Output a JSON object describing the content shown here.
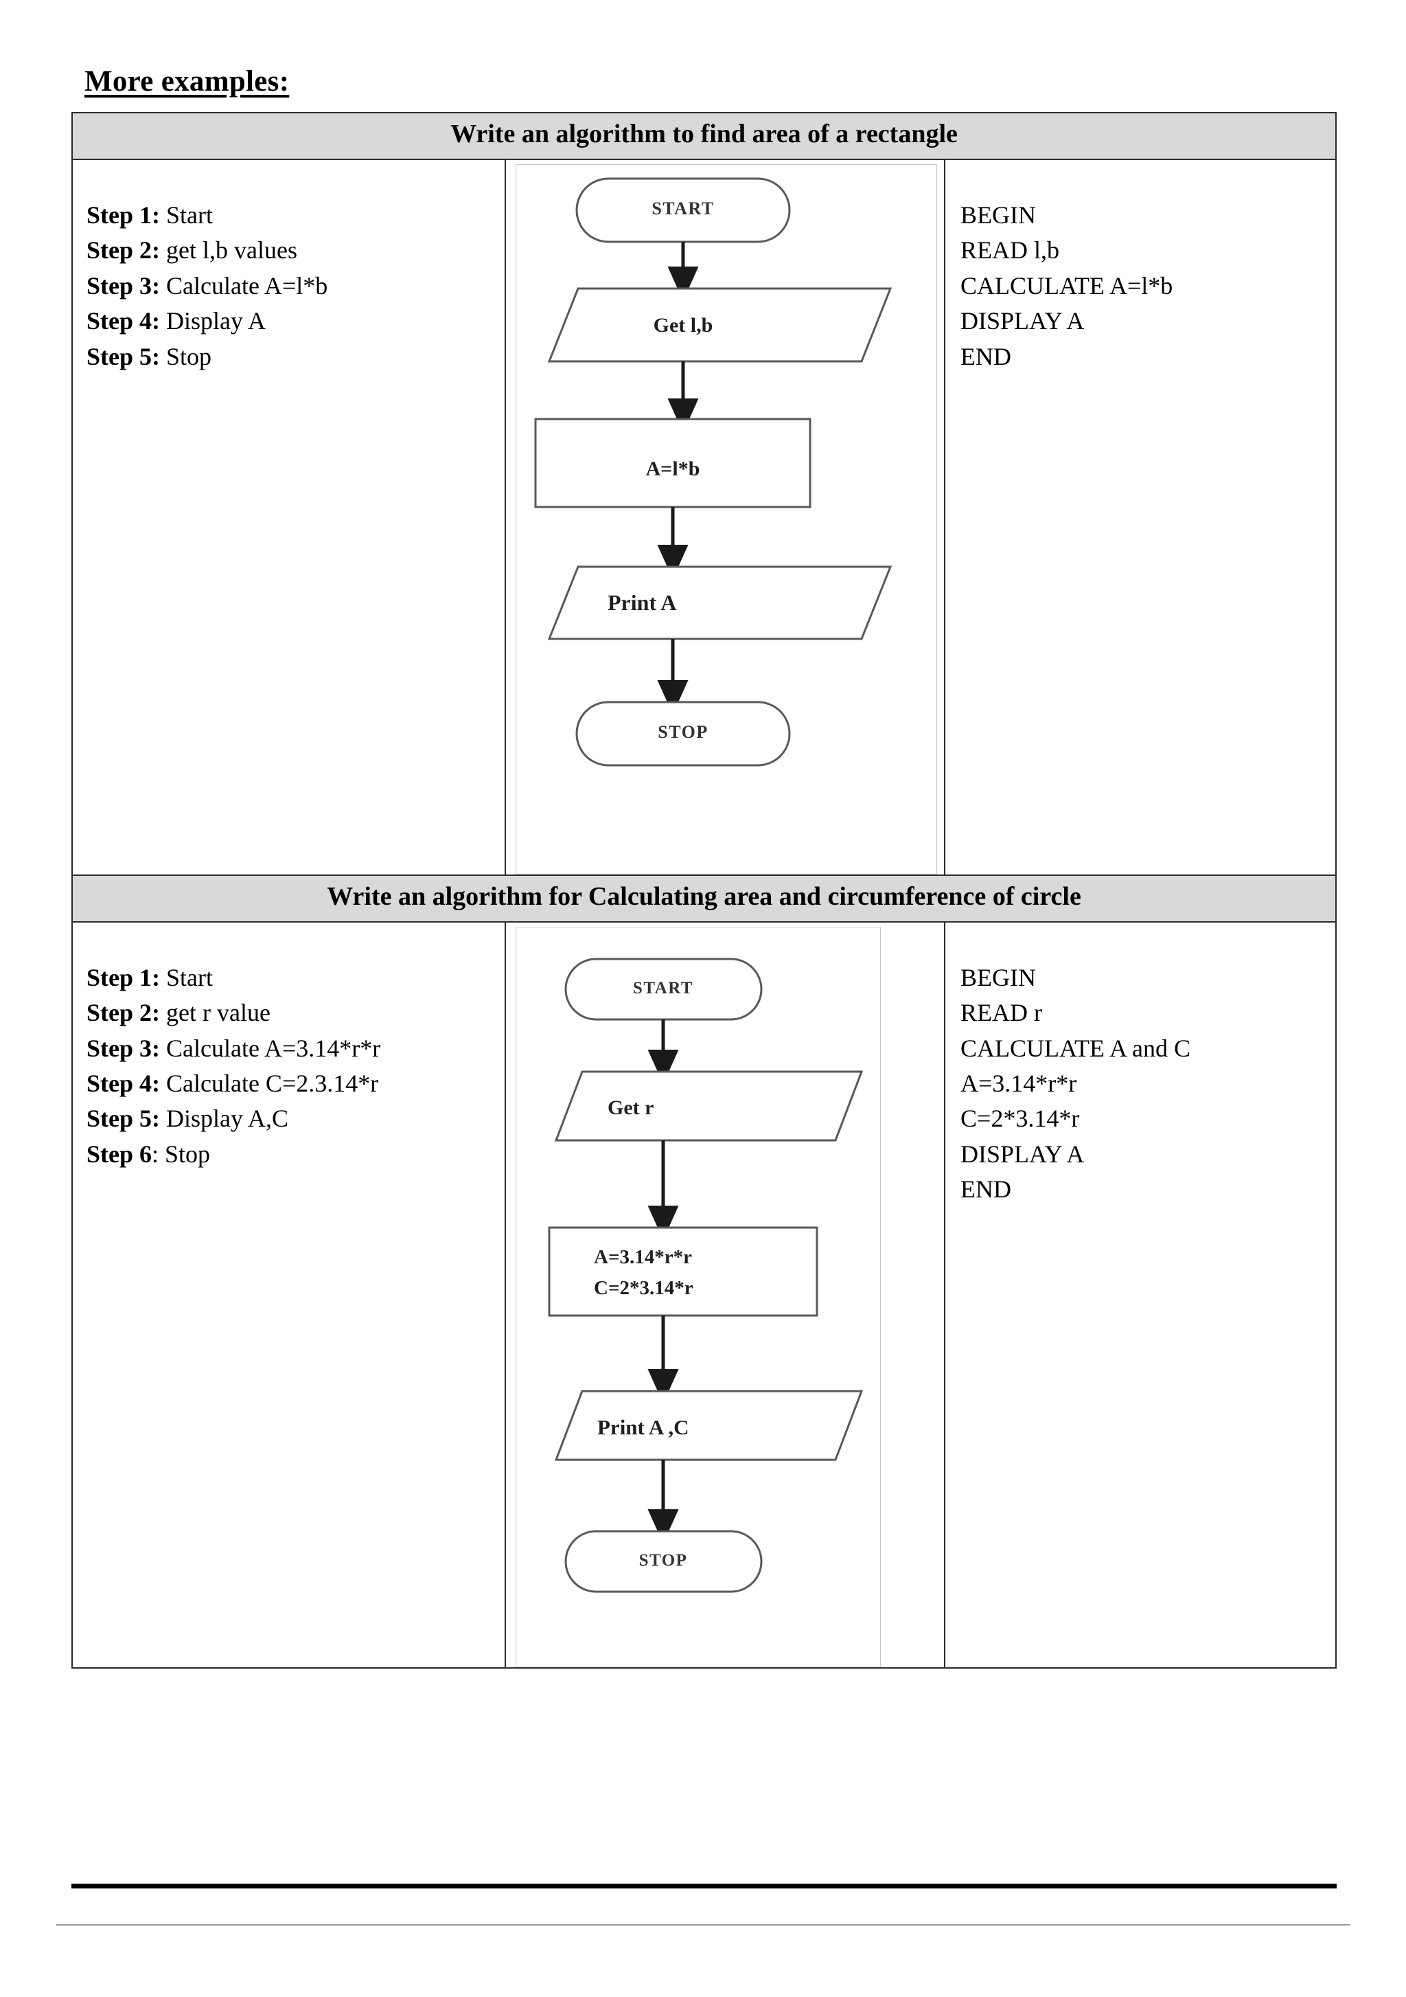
{
  "document": {
    "heading": "More examples:"
  },
  "sections": [
    {
      "title": "Write an algorithm to find area of a rectangle",
      "steps": [
        {
          "label": "Step 1:",
          "text": "Start"
        },
        {
          "label": "Step 2:",
          "text": "get l,b values"
        },
        {
          "label": "Step 3:",
          "text": "Calculate A=l*b"
        },
        {
          "label": "Step 4:",
          "text": "Display A"
        },
        {
          "label": "Step 5:",
          "text": "Stop"
        }
      ],
      "pseudocode": [
        "BEGIN",
        "READ l,b",
        "CALCULATE A=l*b",
        "DISPLAY A",
        "END"
      ],
      "flowchart": {
        "type": "flowchart",
        "nodes": [
          {
            "id": "n1",
            "shape": "terminator",
            "label": "START"
          },
          {
            "id": "n2",
            "shape": "parallelogram",
            "label": "Get l,b"
          },
          {
            "id": "n3",
            "shape": "process",
            "label": "A=l*b"
          },
          {
            "id": "n4",
            "shape": "parallelogram",
            "label": "Print A"
          },
          {
            "id": "n5",
            "shape": "terminator",
            "label": "STOP"
          }
        ],
        "edges": [
          {
            "from": "n1",
            "to": "n2"
          },
          {
            "from": "n2",
            "to": "n3"
          },
          {
            "from": "n3",
            "to": "n4"
          },
          {
            "from": "n4",
            "to": "n5"
          }
        ]
      }
    },
    {
      "title": "Write an algorithm for Calculating area and circumference of circle",
      "steps": [
        {
          "label": "Step 1:",
          "text": "Start"
        },
        {
          "label": "Step 2:",
          "text": "get r value"
        },
        {
          "label": "Step 3:",
          "text": "Calculate A=3.14*r*r"
        },
        {
          "label": "Step 4:",
          "text": "Calculate C=2.3.14*r"
        },
        {
          "label": "Step 5:",
          "text": "Display A,C"
        },
        {
          "label": "Step 6",
          "colon": ":",
          "text": "Stop"
        }
      ],
      "pseudocode": [
        "BEGIN",
        "READ r",
        "CALCULATE A and C",
        "A=3.14*r*r",
        "C=2*3.14*r",
        "DISPLAY A",
        "END"
      ],
      "flowchart": {
        "type": "flowchart",
        "nodes": [
          {
            "id": "m1",
            "shape": "terminator",
            "label": "START"
          },
          {
            "id": "m2",
            "shape": "parallelogram",
            "label": "Get r"
          },
          {
            "id": "m3",
            "shape": "process",
            "label_line1": "A=3.14*r*r",
            "label_line2": "C=2*3.14*r"
          },
          {
            "id": "m4",
            "shape": "parallelogram",
            "label": "Print A ,C"
          },
          {
            "id": "m5",
            "shape": "terminator",
            "label": "STOP"
          }
        ],
        "edges": [
          {
            "from": "m1",
            "to": "m2"
          },
          {
            "from": "m2",
            "to": "m3"
          },
          {
            "from": "m3",
            "to": "m4"
          },
          {
            "from": "m4",
            "to": "m5"
          }
        ]
      }
    }
  ],
  "colors": {
    "header_fill": "#d9d9d9",
    "table_border": "#2b2b2b",
    "shape_stroke": "#595959",
    "arrow": "#1a1a1a",
    "footer_rule": "#9a9a9a"
  }
}
